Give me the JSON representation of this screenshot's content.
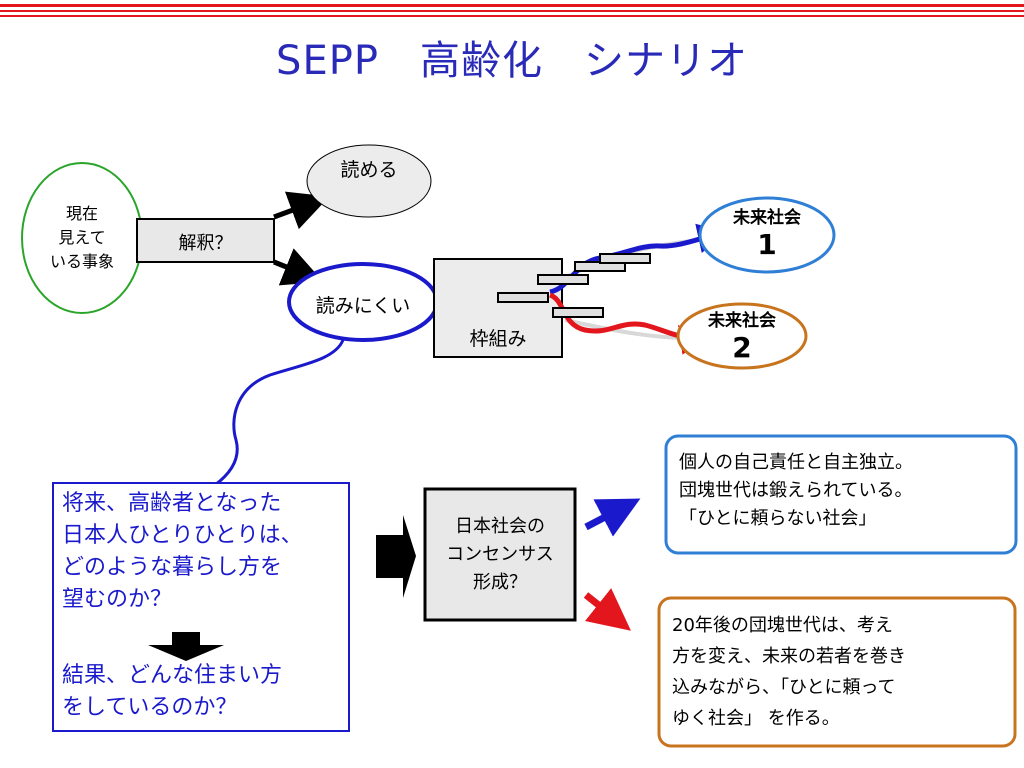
{
  "title": "SEPP　高齢化　シナリオ",
  "nodes": {
    "current": "現在\n見えて\nいる事象",
    "interpret": "解釈？",
    "readable": "読める",
    "hard_to_read": "読みにくい",
    "framework": "枠組み",
    "future1_label": "未来社会",
    "future1_num": "1",
    "future2_label": "未来社会",
    "future2_num": "2"
  },
  "left_text": {
    "question": "将来、高齢者となった\n日本人ひとりひとりは、\nどのような暮らし方を\n望むのか？",
    "result": "結果、どんな住まい方\nをしているのか？"
  },
  "consensus": "日本社会の\nコンセンサス\n形成？",
  "scenario1": "個人の自己責任と自主独立。\n団塊世代は鍛えられている。\n「ひとに頼らない社会」",
  "scenario2": "20年後の団塊世代は、考え\n方を変え、未来の若者を巻き\n込みながら、「ひとに頼って\nゆく社会」 を作る。",
  "colors": {
    "title": "#2a2ab8",
    "green": "#2aa52a",
    "blue": "#1a1acc",
    "future1_border": "#2f7fd6",
    "orange": "#c8741e",
    "red": "#e3161d",
    "box_fill": "#e8e8e8"
  }
}
